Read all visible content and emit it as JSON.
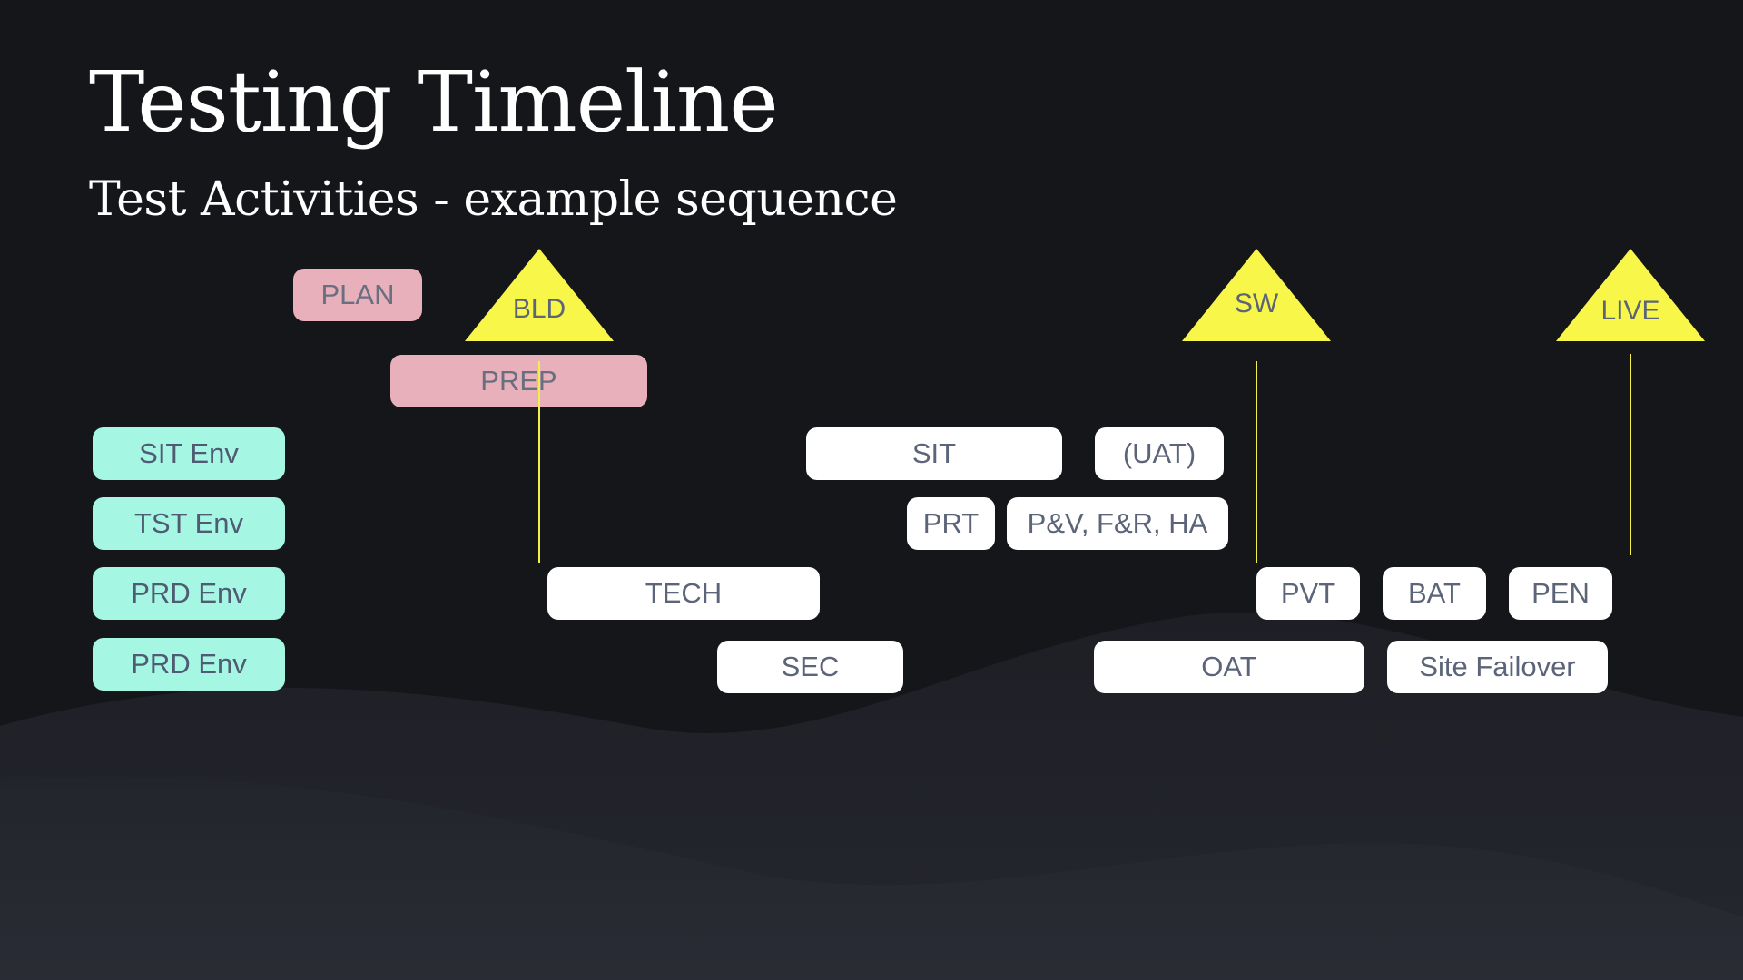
{
  "title": "Testing Timeline",
  "subtitle": "Test Activities - example sequence",
  "colors": {
    "background": "#15161a",
    "milestone": "#f9f64a",
    "activity": "#ffffff",
    "planning": "#e8b0bb",
    "environment": "#a6f6e4",
    "text": "#5b6478"
  },
  "milestones": {
    "bld": "BLD",
    "sw": "SW",
    "live": "LIVE"
  },
  "planning": {
    "plan": "PLAN",
    "prep": "PREP"
  },
  "environments": {
    "sit_env": "SIT Env",
    "tst_env": "TST Env",
    "prd_env_1": "PRD Env",
    "prd_env_2": "PRD Env"
  },
  "activities": {
    "sit": "SIT",
    "uat": "(UAT)",
    "prt": "PRT",
    "pv_fr_ha": "P&V, F&R, HA",
    "tech": "TECH",
    "pvt": "PVT",
    "bat": "BAT",
    "pen": "PEN",
    "sec": "SEC",
    "oat": "OAT",
    "site_failover": "Site Failover"
  }
}
